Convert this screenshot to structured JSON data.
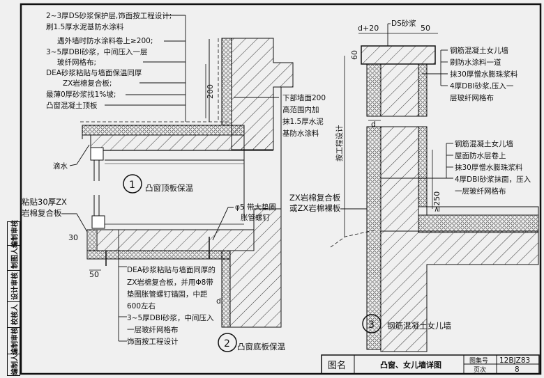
{
  "sheet": {
    "frame_color": "#111111",
    "background": "#f0f0f0"
  },
  "side_strip": {
    "cells": [
      "编制人",
      "编制审核",
      "校核人",
      "设计审核",
      "制图人",
      "编制审核"
    ]
  },
  "detail1": {
    "number": "1",
    "title": "凸窗顶板保温",
    "notes": [
      "2~3厚DS砂浆保护层,饰面按工程设计;",
      "刷1.5厚水泥基防水涂料",
      "遇外墙时防水涂料卷上≥200;",
      "3~5厚DBI砂浆，中间压入一层",
      "玻纤网格布;",
      "DEA砂浆粘贴与墙面保温同厚",
      "ZX岩棉复合板;",
      "最薄0厚砂浆找1%坡;",
      "凸窗混凝土顶板"
    ],
    "right_note": [
      "下部墙面200",
      "高范围内加",
      "抹1.5厚水泥",
      "基防水涂料"
    ],
    "drip_label": "滴水",
    "dim_200": "200"
  },
  "detail2": {
    "number": "2",
    "title": "凸窗底板保温",
    "left_note": [
      "粘贴30厚ZX",
      "岩棉复合板"
    ],
    "dim_30": "30",
    "dim_50": "50",
    "dim_d": "d",
    "anchor_note": [
      "φ5 带大垫圈",
      "胀管螺钉"
    ],
    "notes": [
      "DEA砂浆粘贴与墙面同厚的",
      "ZX岩棉复合板，并用Φ8带",
      "垫圈胀管螺钉锚固，中距",
      "600左右",
      "3~5厚DBI砂浆，中间压入",
      "一层玻纤网格布",
      "饰面按工程设计"
    ]
  },
  "detail3": {
    "number": "3",
    "title": "钢筋混凝土女儿墙",
    "top_label": "DS砂浆",
    "dim_d20": "d+20",
    "dim_50": "50",
    "dim_60": "60",
    "dim_d": "d",
    "dim_250": "≥250",
    "vertical_label": "按工程设计",
    "notes_top": [
      "钢筋混凝土女儿墙",
      "刷防水涂料一道",
      "抹30厚憎水膨珠浆料",
      "4厚DBI砂浆,压入一",
      "层玻纤网格布"
    ],
    "notes_mid": [
      "钢筋混凝土女儿墙",
      "屋面防水层卷上",
      "抹30厚憎水膨珠浆料",
      "4厚DBI砂浆抹面，压入",
      "一层玻纤网格布"
    ],
    "board_note": [
      "ZX岩棉复合板",
      "或ZX岩棉裸板"
    ]
  },
  "title_block": {
    "name_label": "图名",
    "drawing_name": "凸窗、女儿墙详图",
    "atlas_label": "图集号",
    "atlas_no": "12BJZ83",
    "page_label": "页次",
    "page_no": "8"
  }
}
